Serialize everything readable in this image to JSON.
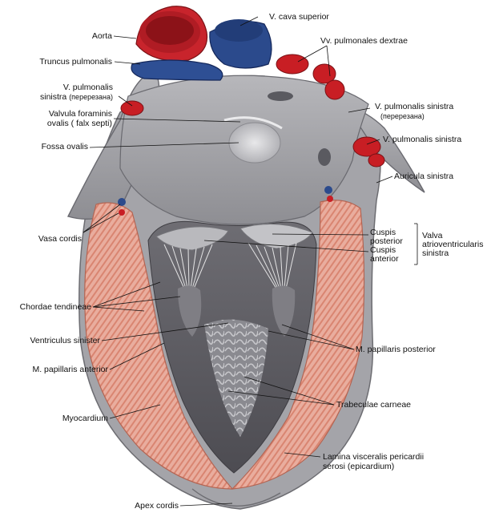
{
  "labels": {
    "aorta": "Aorta",
    "v_cava_superior": "V. cava superior",
    "vv_pulmonales_dextrae": "Vv. pulmonales dextrae",
    "truncus_pulmonalis": "Truncus pulmonalis",
    "v_pulm_sin_left_1": "V. pulmonalis",
    "v_pulm_sin_left_2": "sinistra",
    "v_pulm_sin_left_3": "(перерезана)",
    "v_pulm_sin_right_1": "V. pulmonalis sinistra",
    "v_pulm_sin_right_2": "(перерезана)",
    "valvula_1": "Valvula foraminis",
    "valvula_2": "ovalis ( falx septi)",
    "fossa_ovalis": "Fossa ovalis",
    "v_pulm_sin_intact": "V. pulmonalis sinistra",
    "auricula_sinistra": "Auricula sinistra",
    "vasa_cordis": "Vasa cordis",
    "cuspis_posterior_1": "Cuspis",
    "cuspis_posterior_2": "posterior",
    "cuspis_anterior_1": "Cuspis",
    "cuspis_anterior_2": "anterior",
    "valva_1": "Valva",
    "valva_2": "atrioventricularis",
    "valva_3": "sinistra",
    "chordae_tendineae": "Chordae tendineae",
    "ventriculus_sinister": "Ventriculus sinister",
    "m_papillaris_posterior": "M. papillaris posterior",
    "m_papillaris_anterior": "M. papillaris anterior",
    "trabeculae_carneae": "Trabeculae carneae",
    "myocardium": "Myocardium",
    "lamina_1": "Lamina visceralis pericardii",
    "lamina_2": "serosi (epicardium)",
    "apex_cordis": "Apex cordis"
  },
  "colors": {
    "aorta": "#c8242c",
    "vena_cava": "#2b4a8c",
    "pulmonary_veins": "#c81e24",
    "heart_surface": "#a9a9ad",
    "heart_inner": "#7d7c82",
    "myocardium": "#e7a898",
    "myocardium_stripe": "#d9826f",
    "chordae": "#f1f1f1",
    "ventricle_cavity": "#5e5d63"
  }
}
